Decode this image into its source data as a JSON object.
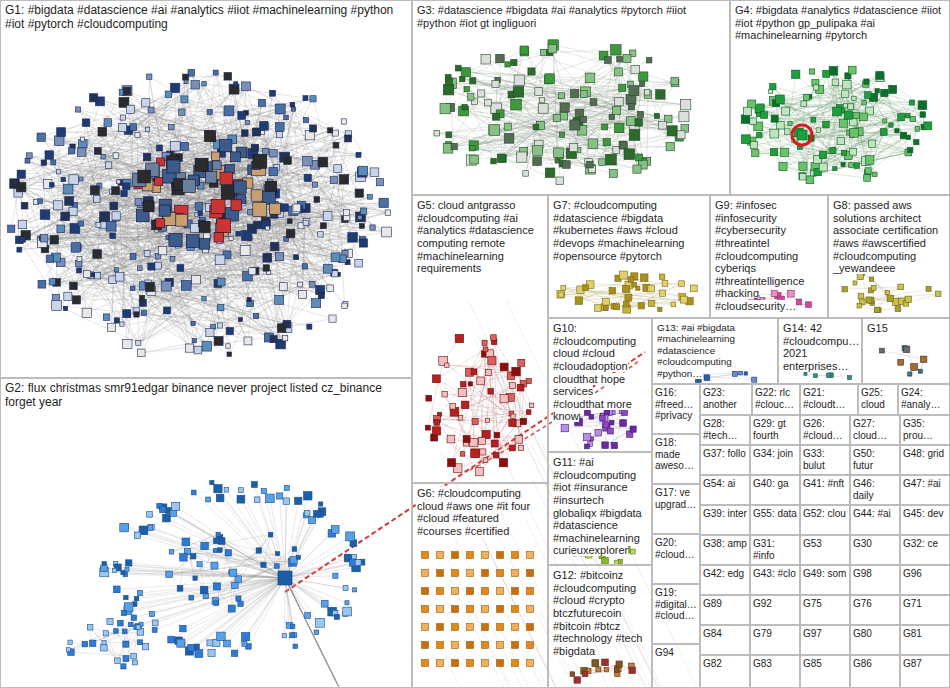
{
  "diagram": {
    "nodes": [
      {
        "text": [
          "G1: #bigdata #datascience #ai #analytics #iiot #machinelearning #python #iot #pytorch #cloudcomputing"
        ]
      },
      {
        "text": [
          "G3: #datascience #bigdata #ai #analytics #pytorch #iiot #python #iot gt ingliguori"
        ]
      },
      {
        "text": [
          "G4: #bigdata #analytics #datascience #iiot #iot #python gp_pulipaka #ai #machinelearning #pytorch"
        ]
      },
      {
        "text": [
          "G5: cloud antgrasso #cloudcomputing #ai #analytics #datascience computing remote #machinelearning requirements"
        ]
      },
      {
        "text": [
          "G7: #cloudcomputing #datascience #bigdata #kubernetes #aws #cloud #devops #machinelearning #opensource #pytorch"
        ]
      },
      {
        "text": [
          "G9: #infosec #infosecurity #cybersecurity #threatintel #cloudcomputing cyberiqs #threatintelligence #hacking #cloudsecurity…"
        ]
      },
      {
        "text": [
          "G8: passed aws solutions architect associate certification #aws #awscertified #cloudcomputing _yewandeee"
        ]
      },
      {
        "text": [
          "G10: #cloudcomputing cloud #cloud #cloudadoption cloudthat hope services #cloudthat more know"
        ]
      },
      {
        "text": [
          "G13: #ai #bigdata #machinelearning #datascience #cloudcomputing #python…"
        ]
      },
      {
        "text": [
          "G14: 42 #cloudcompu… 2021 enterprises…"
        ]
      },
      {
        "text": [
          "G15"
        ]
      },
      {
        "text": [
          "G16: #freed… #privacy"
        ]
      },
      {
        "text": [
          "G23: another"
        ]
      },
      {
        "text": [
          "G22: rlc #clouc…"
        ]
      },
      {
        "text": [
          "G21: #cloudt…"
        ]
      },
      {
        "text": [
          "G25: cloud"
        ]
      },
      {
        "text": [
          "G24: #analy…"
        ]
      },
      {
        "text": [
          "G28: #tech…"
        ]
      },
      {
        "text": [
          "G29: gt fourth"
        ]
      },
      {
        "text": [
          "G26: #cloud…"
        ]
      },
      {
        "text": [
          "G27: cloud…"
        ]
      },
      {
        "text": [
          "G35: prou…"
        ]
      },
      {
        "text": [
          "G37: follo"
        ]
      },
      {
        "text": [
          "G34: join"
        ]
      },
      {
        "text": [
          "G33: bulut"
        ]
      },
      {
        "text": [
          "G50: futur"
        ]
      },
      {
        "text": [
          "G48: grid"
        ]
      },
      {
        "text": [
          "G54: ai"
        ]
      },
      {
        "text": [
          "G40: ga"
        ]
      },
      {
        "text": [
          "G41: #nft"
        ]
      },
      {
        "text": [
          "G46: daily"
        ]
      },
      {
        "text": [
          "G47: #ai"
        ]
      },
      {
        "text": [
          "G39: inter"
        ]
      },
      {
        "text": [
          "G55: data"
        ]
      },
      {
        "text": [
          "G52: clou"
        ]
      },
      {
        "text": [
          "G44: #ai"
        ]
      },
      {
        "text": [
          "G45: dev"
        ]
      },
      {
        "text": [
          "G38: amp"
        ]
      },
      {
        "text": [
          "G31: #info"
        ]
      },
      {
        "text": [
          "G53"
        ]
      },
      {
        "text": [
          "G30"
        ]
      },
      {
        "text": [
          "G32: ce"
        ]
      },
      {
        "text": [
          "G42: edg"
        ]
      },
      {
        "text": [
          "G43: #clo"
        ]
      },
      {
        "text": [
          "G49: som"
        ]
      },
      {
        "text": [
          "G98"
        ]
      },
      {
        "text": [
          "G96"
        ]
      },
      {
        "text": [
          "G89"
        ]
      },
      {
        "text": [
          "G92"
        ]
      },
      {
        "text": [
          "G75"
        ]
      },
      {
        "text": [
          "G76"
        ]
      },
      {
        "text": [
          "G71"
        ]
      },
      {
        "text": [
          "G84"
        ]
      },
      {
        "text": [
          "G79"
        ]
      },
      {
        "text": [
          "G97"
        ]
      },
      {
        "text": [
          "G80"
        ]
      },
      {
        "text": [
          "G81"
        ]
      },
      {
        "text": [
          "G82"
        ]
      },
      {
        "text": [
          "G83"
        ]
      },
      {
        "text": [
          "G85"
        ]
      },
      {
        "text": [
          "G86"
        ]
      },
      {
        "text": [
          "G87"
        ]
      },
      {
        "text": [
          "G18: made aweso…"
        ]
      },
      {
        "text": [
          "G17: ve upgrad…"
        ]
      },
      {
        "text": [
          "G20: #cloud…"
        ]
      },
      {
        "text": [
          "G19: #digital… #cloud…"
        ]
      },
      {
        "text": [
          "G94"
        ]
      },
      {
        "text": [
          "G2: flux christmas smr91edgar binance never project listed cz_binance forget year"
        ]
      },
      {
        "text": [
          "G6: #cloudcomputing cloud #aws one #it four #cloud #featured #courses #certified"
        ]
      },
      {
        "text": [
          "G11: #ai #cloudcomputing #iot #insurance #insurtech globaliqx #bigdata #datascience #machinelearning curieuxexplorer"
        ]
      },
      {
        "text": [
          "G12: #bitcoinz #cloudcomputing #cloud #crypto btczfuturecoin #bitcoin #btcz #technology #tech #bigdata"
        ]
      }
    ]
  }
}
